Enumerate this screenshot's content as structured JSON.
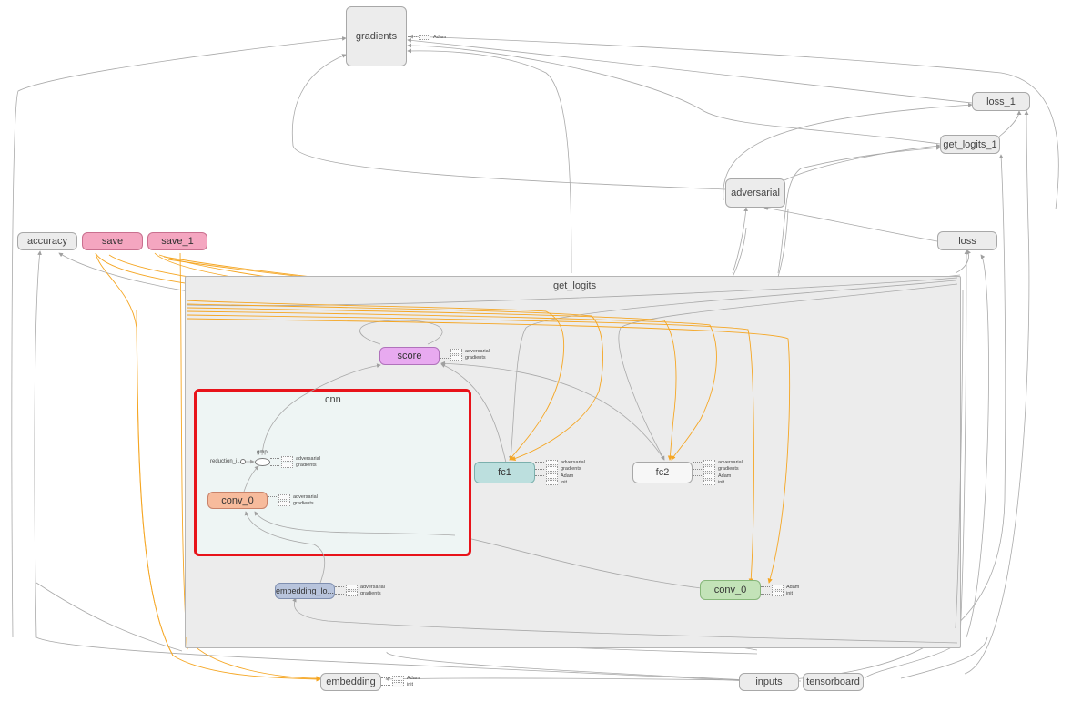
{
  "colors": {
    "edge_gray": "#a0a0a0",
    "edge_orange": "#f5a623",
    "highlight_red": "#e8131a",
    "group_bg": "#ececec"
  },
  "nodes": {
    "gradients": "gradients",
    "loss_1": "loss_1",
    "get_logits_1": "get_logits_1",
    "adversarial": "adversarial",
    "loss": "loss",
    "accuracy": "accuracy",
    "save": "save",
    "save_1": "save_1",
    "score": "score",
    "fc1": "fc1",
    "fc2": "fc2",
    "conv_0_inner": "conv_0",
    "conv_0_outer": "conv_0",
    "embedding_lookup": "embedding_lo...",
    "embedding": "embedding",
    "inputs": "inputs",
    "tensorboard": "tensorboard"
  },
  "groups": {
    "get_logits": "get_logits",
    "cnn": "cnn"
  },
  "cnn_inner": {
    "gmp": "gmp",
    "reduction": "reduction_i..."
  },
  "annotations": {
    "gradients": [
      "Adam"
    ],
    "score": [
      "adversarial",
      "gradients"
    ],
    "gmp": [
      "adversarial",
      "gradients"
    ],
    "conv_0_inner": [
      "adversarial",
      "gradients"
    ],
    "fc1": [
      "adversarial",
      "gradients",
      "Adam",
      "init"
    ],
    "fc2": [
      "adversarial",
      "gradients",
      "Adam",
      "init"
    ],
    "embedding_lookup": [
      "adversarial",
      "gradients"
    ],
    "conv_0_outer": [
      "Adam",
      "init"
    ],
    "embedding": [
      "Adam",
      "init"
    ]
  }
}
